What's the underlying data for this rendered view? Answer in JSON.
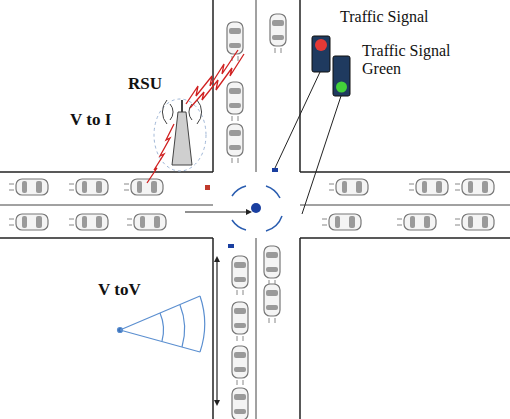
{
  "diagram": {
    "labels": [
      "Traffic Signal",
      "Traffic Signal Green",
      "RSU",
      "V to I",
      "V toV"
    ]
  }
}
